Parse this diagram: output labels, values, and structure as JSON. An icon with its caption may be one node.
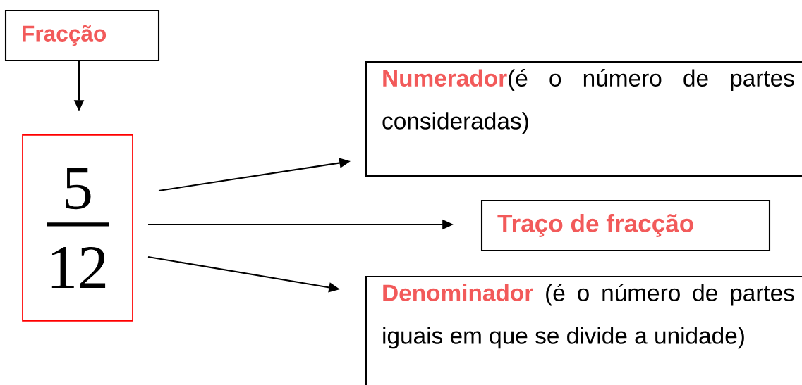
{
  "diagram": {
    "nodes": [
      {
        "text": [
          "Fracção"
        ]
      },
      {
        "text": [
          "5",
          "12"
        ]
      },
      {
        "text": [
          "Numerador",
          "(é o número de partes consideradas)"
        ]
      },
      {
        "text": [
          "Traço de fracção"
        ]
      },
      {
        "text": [
          "Denominador",
          "(é o número de partes iguais em que se divide a unidade)"
        ]
      }
    ],
    "edges": [
      {
        "from": 0,
        "to": 1,
        "arrow": "to"
      },
      {
        "from": 1,
        "to": 2,
        "arrow": "to"
      },
      {
        "from": 1,
        "to": 3,
        "arrow": "to"
      },
      {
        "from": 1,
        "to": 4,
        "arrow": "to"
      }
    ]
  }
}
